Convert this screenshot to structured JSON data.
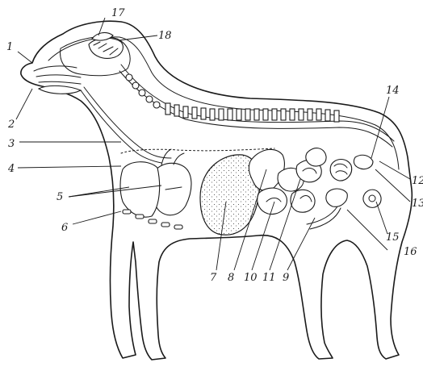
{
  "diagram": {
    "labels": [
      {
        "id": "l1",
        "text": "1"
      },
      {
        "id": "l2",
        "text": "2"
      },
      {
        "id": "l3",
        "text": "3"
      },
      {
        "id": "l4",
        "text": "4"
      },
      {
        "id": "l5",
        "text": "5"
      },
      {
        "id": "l6",
        "text": "6"
      },
      {
        "id": "l7",
        "text": "7"
      },
      {
        "id": "l8",
        "text": "8"
      },
      {
        "id": "l9",
        "text": "9"
      },
      {
        "id": "l10",
        "text": "10"
      },
      {
        "id": "l11",
        "text": "11"
      },
      {
        "id": "l12",
        "text": "12"
      },
      {
        "id": "l13",
        "text": "13"
      },
      {
        "id": "l14",
        "text": "14"
      },
      {
        "id": "l15",
        "text": "15"
      },
      {
        "id": "l16",
        "text": "16"
      },
      {
        "id": "l17",
        "text": "17"
      },
      {
        "id": "l18",
        "text": "18"
      }
    ]
  }
}
